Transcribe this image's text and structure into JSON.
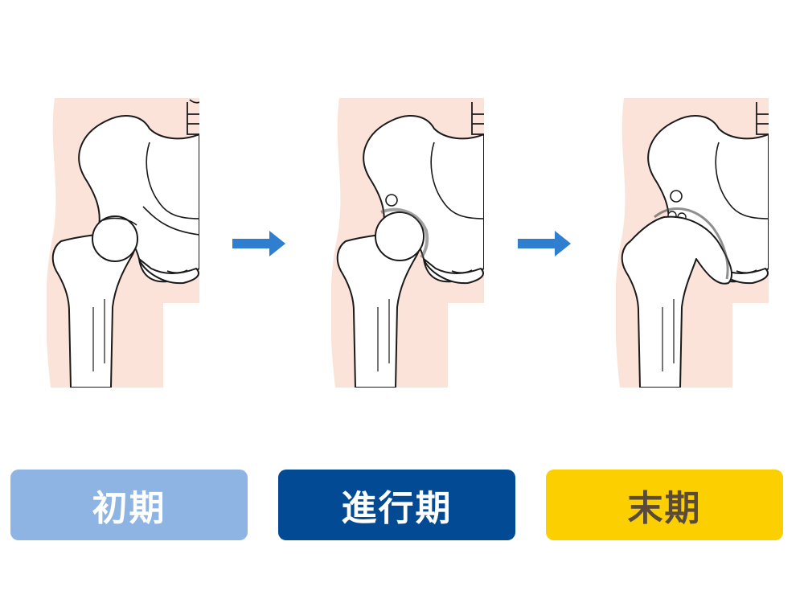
{
  "stages": [
    {
      "label": "初期"
    },
    {
      "label": "進行期"
    },
    {
      "label": "末期"
    }
  ],
  "colors": {
    "skin": "#fbe3d9",
    "bone_outline": "#1a1a1a",
    "arrow": "#2f7ed0",
    "stage1": "#8db4e2",
    "stage2": "#034a94",
    "stage3": "#fbcf00",
    "stage3_text": "#5a4a3a"
  },
  "icons": [
    "hip-joint-illustration",
    "right-arrow-icon"
  ]
}
